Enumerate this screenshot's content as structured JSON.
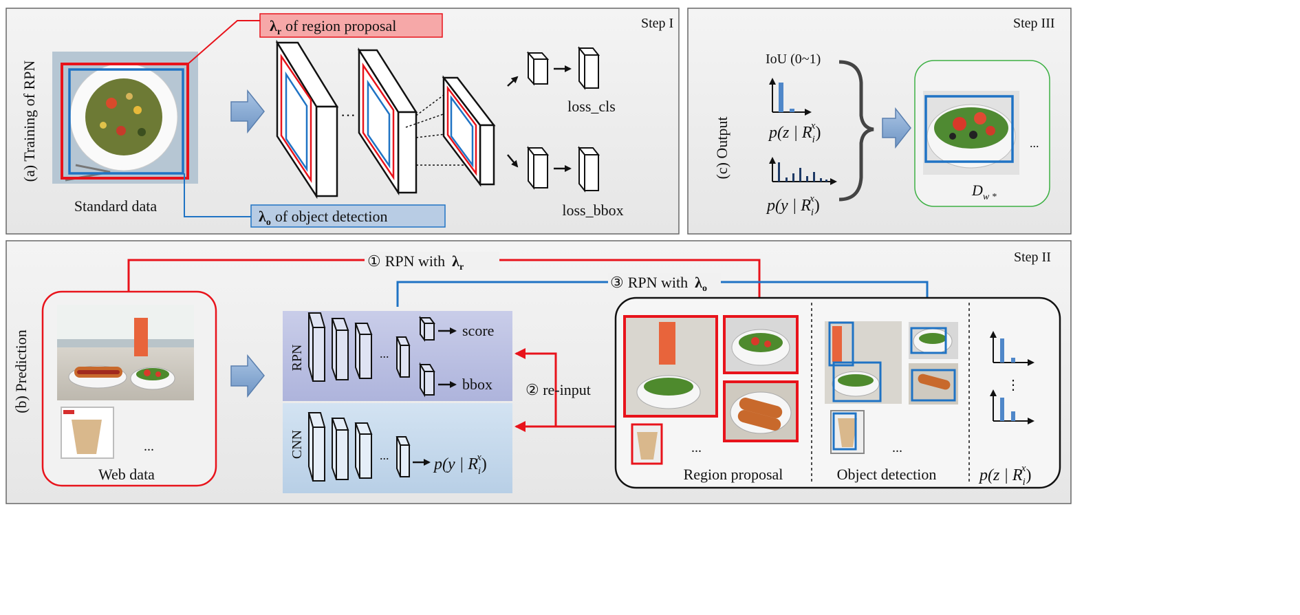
{
  "steps": {
    "step1": "Step I",
    "step2": "Step II",
    "step3": "Step III"
  },
  "panel_a": {
    "side_label": "(a) Training of  RPN",
    "lambda_r": "λ",
    "lambda_r_sub": "r",
    "lambda_r_text": "of region  proposal",
    "lambda_o": "λ",
    "lambda_o_sub": "o",
    "lambda_o_text": "of object detection",
    "standard_data": "Standard data",
    "ellipsis": "···",
    "loss_cls": "loss_cls",
    "loss_bbox": "loss_bbox"
  },
  "panel_c": {
    "side_label": "(c) Output",
    "iou": "IoU (0~1)",
    "pz": "p(z | R",
    "py": "p(y | R",
    "sup": "x",
    "sub": "i",
    "close": ")",
    "dataset_main": "D",
    "dataset_sub": "w *",
    "ellipsis": "..."
  },
  "panel_b": {
    "side_label": "(b) Prediction",
    "web_data": "Web data",
    "ellipsis": "...",
    "rpn_label": "RPN",
    "cnn_label": "CNN",
    "score": "score",
    "bbox": "bbox",
    "py": "p(y | R",
    "pz": "p(z | R",
    "sup": "x",
    "sub": "i",
    "close": ")",
    "arrow1_num": "①",
    "arrow1_text": "RPN with",
    "arrow2": "② re-input",
    "arrow3_num": "③",
    "arrow3_text": "RPN with",
    "lambda": "λ",
    "sub_r": "r",
    "sub_o": "o",
    "region_proposal": "Region proposal",
    "object_detection": "Object detection",
    "vdots": "⋮"
  },
  "colors": {
    "red": "#e8131b",
    "blue": "#1f73c4",
    "green": "#3cb043",
    "arrow_fill": "#8fb0d6"
  }
}
